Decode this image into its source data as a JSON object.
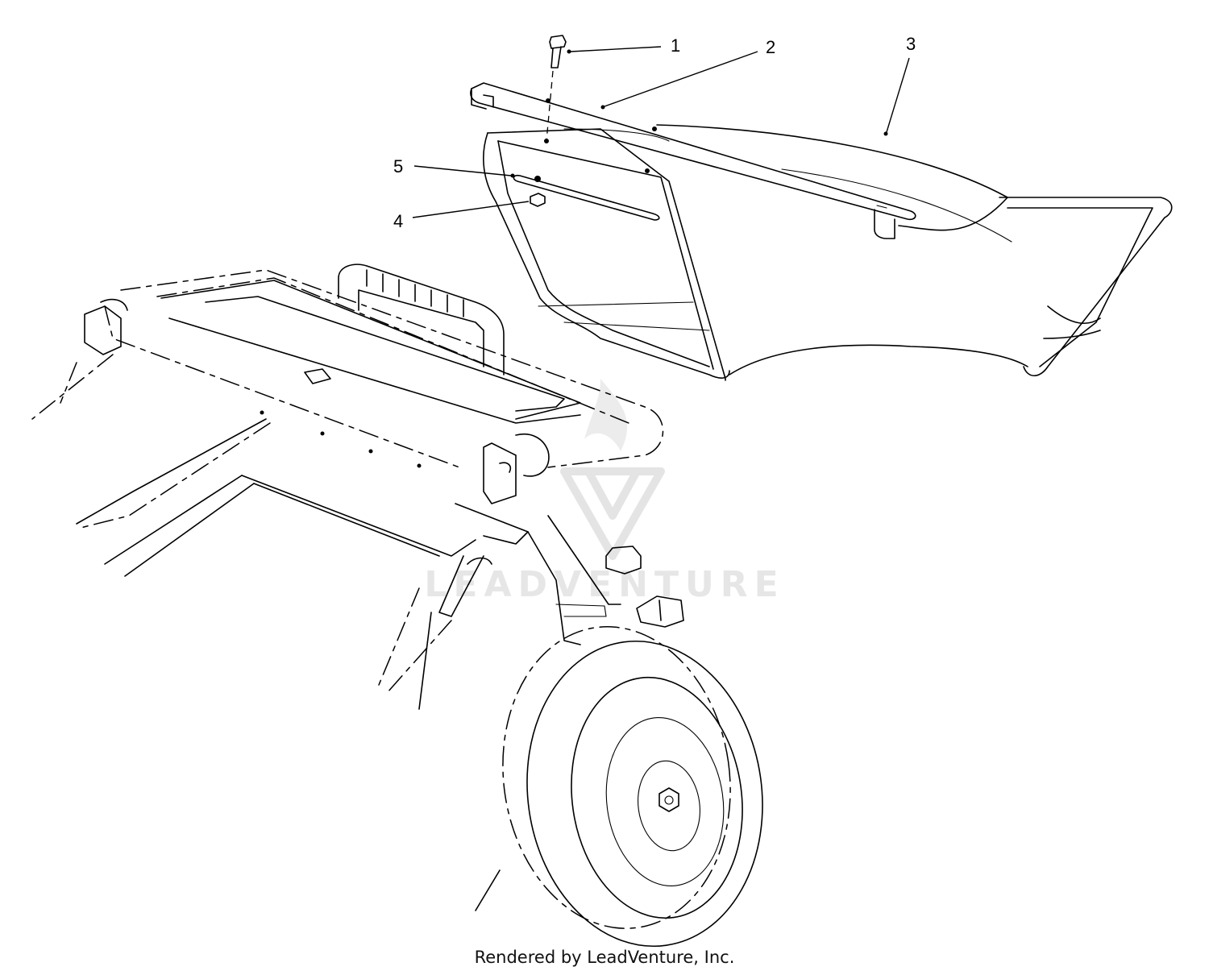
{
  "callouts": [
    "1",
    "2",
    "3",
    "4",
    "5"
  ],
  "watermark": {
    "text": "LEADVENTURE",
    "logo_icon": "leadventure-logo-icon"
  },
  "credit": "Rendered by LeadVenture, Inc."
}
